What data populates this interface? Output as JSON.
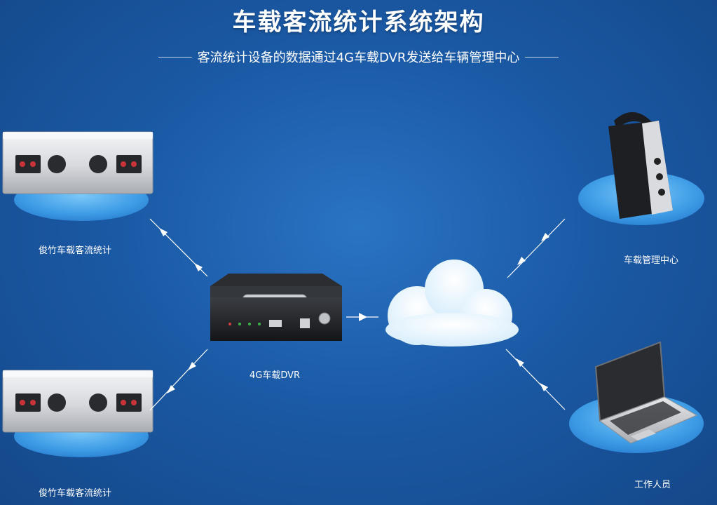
{
  "header": {
    "title": "车载客流统计系统架构",
    "subtitle": "客流统计设备的数据通过4G车载DVR发送给车辆管理中心"
  },
  "nodes": {
    "counter_top": {
      "label": "俊竹车载客流统计"
    },
    "counter_bottom": {
      "label": "俊竹车载客流统计"
    },
    "dvr": {
      "label": "4G车载DVR"
    },
    "management": {
      "label": "车载管理中心"
    },
    "staff": {
      "label": "工作人员"
    }
  },
  "colors": {
    "background": "#1b5aa6",
    "platform": "#4aa6ec",
    "connector": "#ffffff"
  }
}
